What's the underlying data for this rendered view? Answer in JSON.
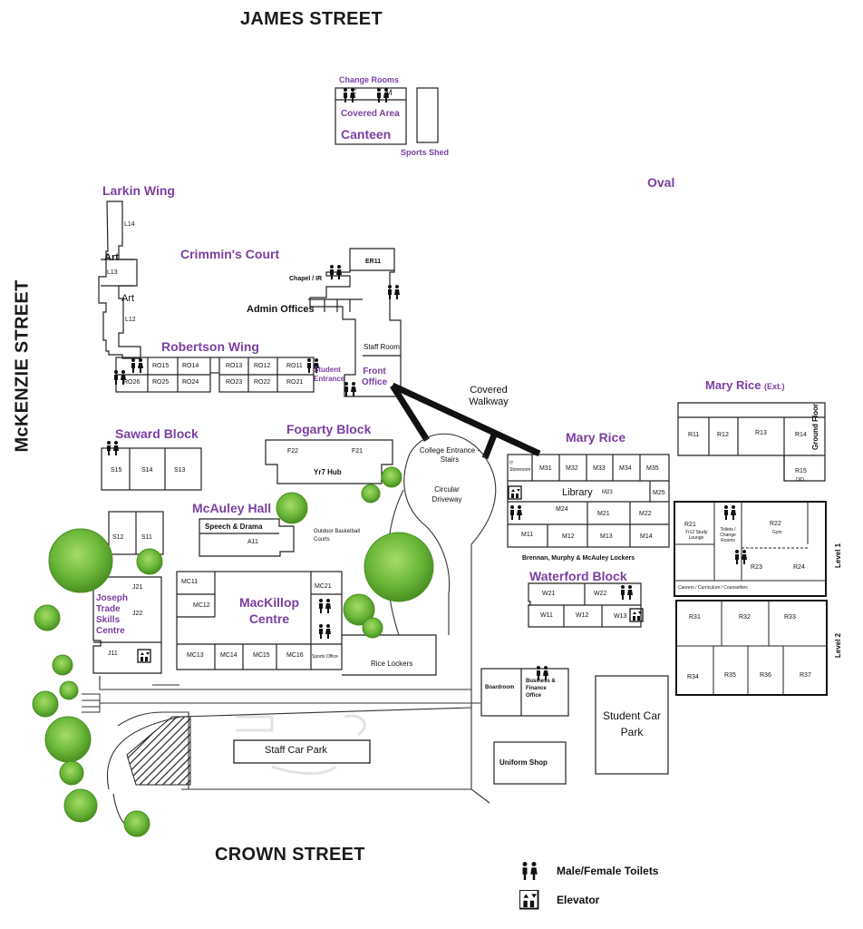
{
  "streets": {
    "north": "JAMES STREET",
    "south": "CROWN STREET",
    "west": "McKENZIE STREET"
  },
  "areas": {
    "change_rooms": "Change Rooms",
    "covered_area": "Covered Area",
    "canteen": "Canteen",
    "sports_shed": "Sports Shed",
    "oval": "Oval",
    "larkin_wing": "Larkin Wing",
    "crimmins_court": "Crimmin's Court",
    "admin_offices": "Admin Offices",
    "chapel_ir": "Chapel / IR",
    "staff_room": "Staff Room",
    "robertson_wing": "Robertson Wing",
    "student_entrance": "Student Entrance",
    "front_office": "Front Office",
    "covered_walkway": "Covered Walkway",
    "saward_block": "Saward Block",
    "fogarty_block": "Fogarty Block",
    "yr7_hub": "Yr7 Hub",
    "college_entrance": "College Entrance - Stairs",
    "circular_driveway": "Circular Driveway",
    "mcauley_hall": "McAuley Hall",
    "speech_drama": "Speech & Drama",
    "outdoor_courts": "Outdoor Basketball Courts",
    "mary_rice": "Mary Rice",
    "mary_rice_ext": "Mary Rice",
    "mary_rice_ext_suffix": "(Ext.)",
    "library": "Library",
    "lockers_bma": "Brennan, Murphy & McAuley Lockers",
    "waterford_block": "Waterford Block",
    "joseph_trade": "Joseph Trade Skills Centre",
    "mackillop_centre": "MacKillop Centre",
    "sports_office": "Sports Office",
    "rice_lockers": "Rice Lockers",
    "boardroom": "Boardroom",
    "business_finance": "Business & Finance Office",
    "student_car_park": "Student Car Park",
    "staff_car_park": "Staff Car Park",
    "uniform_shop": "Uniform Shop",
    "it_storeroom": "IT Storeroom",
    "art": "Art",
    "year12_lounge": "Yr12 Study Lounge",
    "toilets_change": "Toilets / Change Rooms",
    "gym": "Gym",
    "careers": "Careers / Curriculum / Counsellors",
    "od": "O/D"
  },
  "levels": {
    "ground": "Ground Floor",
    "level1": "Level 1",
    "level2": "Level 2"
  },
  "rooms": {
    "larkin": [
      "L14",
      "L13",
      "L12"
    ],
    "er11": "ER11",
    "robertson_top": [
      "RO15",
      "RO14",
      "RO13",
      "RO12",
      "RO11"
    ],
    "robertson_bottom": [
      "RO26",
      "RO25",
      "RO24",
      "RO23",
      "RO22",
      "RO21"
    ],
    "saward": [
      "S15",
      "S14",
      "S13",
      "S12",
      "S11"
    ],
    "fogarty": [
      "F22",
      "F21"
    ],
    "a11": "A11",
    "mary_rice_top": [
      "M31",
      "M32",
      "M33",
      "M34",
      "M35"
    ],
    "m23": "M23",
    "m25": "M25",
    "m24": "M24",
    "m21": "M21",
    "m22": "M22",
    "mary_rice_bottom": [
      "M11",
      "M12",
      "M13",
      "M14"
    ],
    "waterford": [
      "W21",
      "W22",
      "W11",
      "W12",
      "W13"
    ],
    "joseph": [
      "J21",
      "J22",
      "J11"
    ],
    "mackillop": [
      "MC11",
      "MC12",
      "MC21",
      "MC13",
      "MC14",
      "MC15",
      "MC16"
    ],
    "ext_ground": [
      "R11",
      "R12",
      "R13",
      "R14",
      "R15"
    ],
    "ext_l1": [
      "R21",
      "R22",
      "R23",
      "R24"
    ],
    "ext_l2_top": [
      "R31",
      "R32",
      "R33"
    ],
    "ext_l2_bottom": [
      "R34",
      "R35",
      "R36",
      "R37"
    ]
  },
  "toilet_labels": {
    "female": "F",
    "male": "M"
  },
  "legend": {
    "toilets": "Male/Female Toilets",
    "elevator": "Elevator"
  },
  "colors": {
    "label_purple": "#7a3fa0",
    "tree_green": "#6cb83a",
    "building_line": "#222222",
    "walkway": "#111111"
  }
}
